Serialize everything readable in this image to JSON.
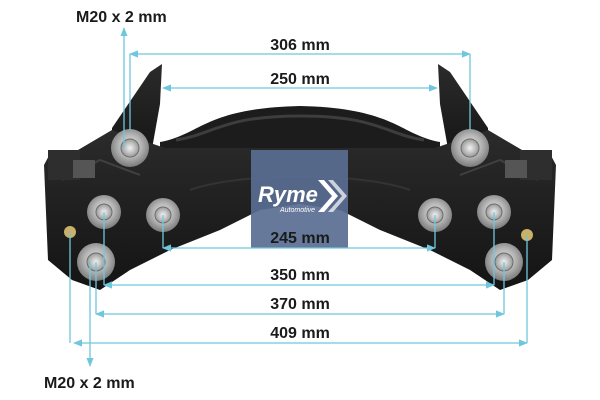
{
  "brand": {
    "name": "Ryme",
    "tagline": "Automotive",
    "box_color": "#5a6e92",
    "text_color": "#ffffff"
  },
  "thread_spec_top": "M20 x 2 mm",
  "thread_spec_bottom": "M20 x 2 mm",
  "dimensions": [
    {
      "id": "d306",
      "label": "306 mm"
    },
    {
      "id": "d250",
      "label": "250 mm"
    },
    {
      "id": "d245",
      "label": "245 mm"
    },
    {
      "id": "d350",
      "label": "350 mm"
    },
    {
      "id": "d370",
      "label": "370 mm"
    },
    {
      "id": "d409",
      "label": "409 mm"
    }
  ],
  "colors": {
    "dimension_line": "#6fc7dd",
    "part_body": "#1e1e1e",
    "part_highlight": "#3a3a3a",
    "bore": "#a0a0a0"
  }
}
